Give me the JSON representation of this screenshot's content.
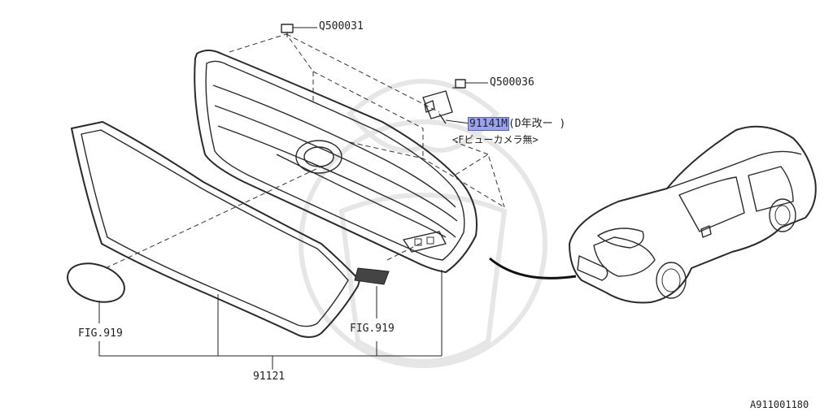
{
  "diagram": {
    "parts": [
      {
        "id": "bolt_upper",
        "number": "Q500031"
      },
      {
        "id": "bolt_bracket",
        "number": "Q500036"
      },
      {
        "id": "camera_bracket",
        "number": "91141M",
        "note_line1": "(D年改ー )",
        "note_line2": "<Fビューカメラ無>"
      },
      {
        "id": "grille_assembly",
        "number": "91121"
      }
    ],
    "references": [
      {
        "id": "ref_emblem_front",
        "text": "FIG.919"
      },
      {
        "id": "ref_emblem_sti",
        "text": "FIG.919"
      }
    ],
    "drawing_code": "A911001180",
    "colors": {
      "highlight": "#9aa2f2",
      "line": "#2a2a2a",
      "watermark": "#e6e6e6"
    }
  }
}
